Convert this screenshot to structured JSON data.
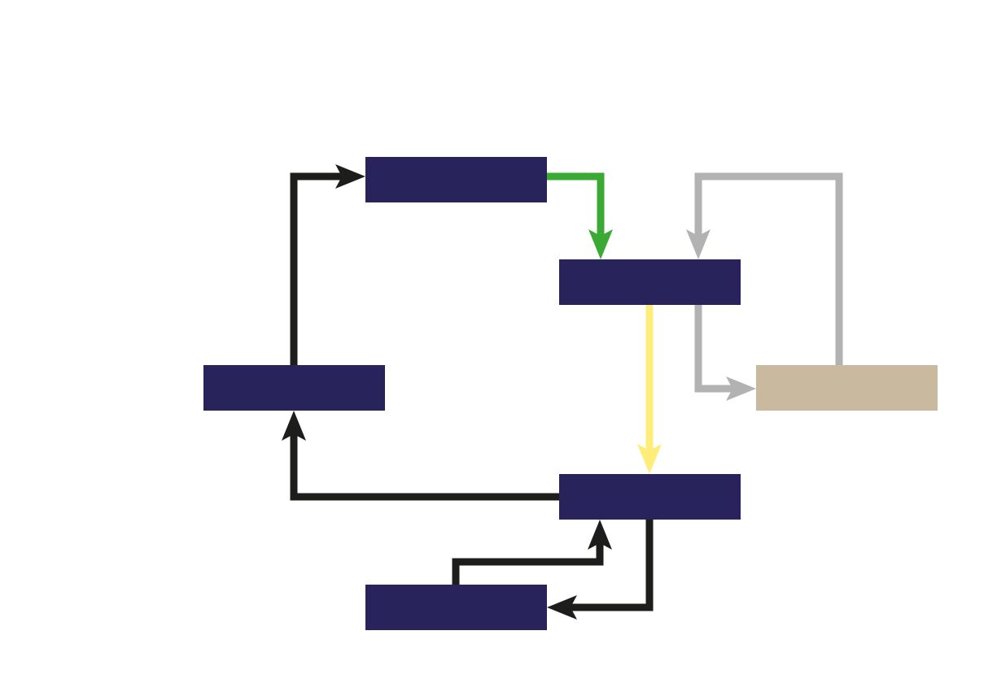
{
  "diagram": {
    "colors": {
      "node": "#29235c",
      "node_secondary": "#c9b99e",
      "arrow_main": "#1d1d1b",
      "arrow_green": "#3aaa35",
      "arrow_yellow": "#ffed7a",
      "arrow_gray": "#b2b2b2",
      "background": "#ffffff"
    },
    "nodes": [
      {
        "id": "top",
        "label": "",
        "color_key": "node"
      },
      {
        "id": "mid-right",
        "label": "",
        "color_key": "node"
      },
      {
        "id": "left",
        "label": "",
        "color_key": "node"
      },
      {
        "id": "far-right",
        "label": "",
        "color_key": "node_secondary"
      },
      {
        "id": "bottom-right",
        "label": "",
        "color_key": "node"
      },
      {
        "id": "bottom-left",
        "label": "",
        "color_key": "node"
      }
    ],
    "edges": [
      {
        "from": "left",
        "to": "top",
        "color_key": "arrow_main"
      },
      {
        "from": "top",
        "to": "mid-right",
        "color_key": "arrow_green"
      },
      {
        "from": "far-right",
        "to": "mid-right",
        "color_key": "arrow_gray"
      },
      {
        "from": "mid-right",
        "to": "far-right",
        "color_key": "arrow_gray"
      },
      {
        "from": "mid-right",
        "to": "bottom-right",
        "color_key": "arrow_yellow"
      },
      {
        "from": "bottom-right",
        "to": "left",
        "color_key": "arrow_main"
      },
      {
        "from": "bottom-left",
        "to": "bottom-right",
        "color_key": "arrow_main"
      },
      {
        "from": "bottom-right",
        "to": "bottom-left",
        "color_key": "arrow_main"
      }
    ]
  }
}
